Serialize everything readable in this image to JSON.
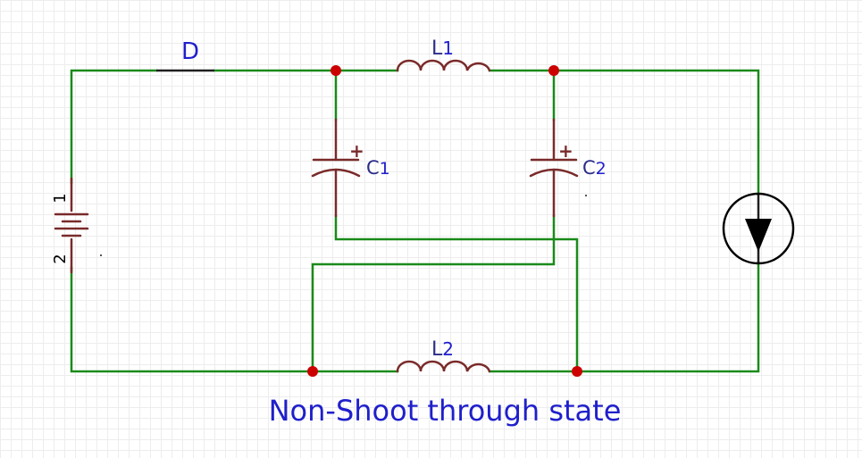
{
  "diagram": {
    "caption": "Non-Shoot through state",
    "colors": {
      "wire": "#1a8a1a",
      "component": "#7a2a2a",
      "junction": "#cc0000",
      "label": "#1f1fcc"
    },
    "components": {
      "diode": {
        "label": "D"
      },
      "inductor_1": {
        "prefix": "L",
        "index": "1"
      },
      "inductor_2": {
        "prefix": "L",
        "index": "2"
      },
      "capacitor_1": {
        "prefix": "C",
        "index": "1",
        "polarity": "+"
      },
      "capacitor_2": {
        "prefix": "C",
        "index": "2",
        "polarity": "+"
      },
      "battery": {
        "pin_top": "1",
        "pin_bottom": "2"
      },
      "current_source": {
        "icon": "current-source-icon"
      }
    }
  }
}
